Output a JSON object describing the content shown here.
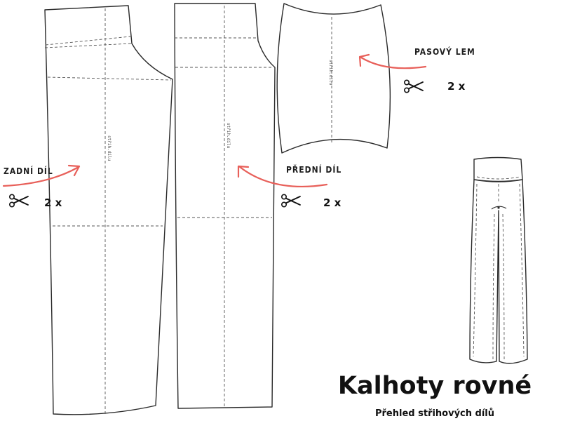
{
  "title": "Kalhoty rovné",
  "subtitle": "Přehled střihových dílů",
  "pieces": {
    "back": {
      "label": "ZADNÍ DÍL",
      "count": "2 x",
      "grain_text": "střih.dílu"
    },
    "front": {
      "label": "PŘEDNÍ DÍL",
      "count": "2 x",
      "grain_text": "střih.dílu"
    },
    "waistband": {
      "label": "PASOVÝ LEM",
      "count": "2 x",
      "grain_text": "střih.dílu"
    }
  },
  "colors": {
    "arrow": "#e8605a",
    "outline": "#2a2a2a"
  },
  "icons": {
    "cut": "scissors-icon"
  }
}
